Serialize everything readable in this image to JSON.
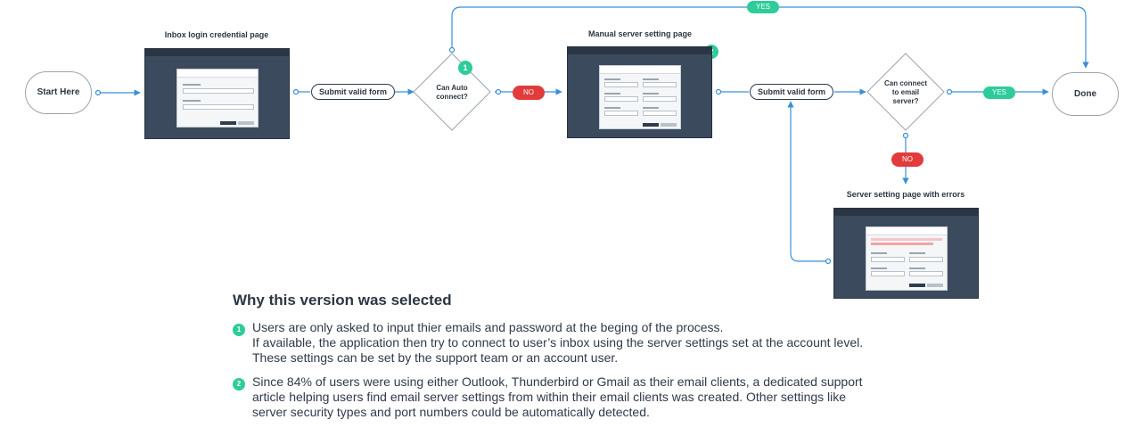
{
  "nodes": {
    "start": "Start Here",
    "done": "Done",
    "submit1": "Submit valid form",
    "submit2": "Submit valid form",
    "decision1": [
      "Can Auto",
      "connect?"
    ],
    "decision2": [
      "Can connect",
      "to email",
      "server?"
    ]
  },
  "captions": {
    "inbox_login": "Inbox login credential page",
    "manual_server": "Manual server setting page",
    "server_errors": "Server setting page with errors"
  },
  "edge_labels": {
    "yes_top": "YES",
    "no_1": "NO",
    "yes_right": "YES",
    "no_2": "NO"
  },
  "badges": {
    "b1": "1",
    "b2": "2"
  },
  "colors": {
    "accent_green": "#2ecc9a",
    "danger_red": "#e23b3b",
    "arrow_blue": "#3a8fd6",
    "dark_navy": "#3b4a5c"
  },
  "notes": {
    "title": "Why this version was selected",
    "items": [
      {
        "badge": "1",
        "lines": [
          "Users are only asked to input thier emails and password at the beging of the process.",
          "If available, the application then try to connect to user’s inbox using the server settings set at the account level.",
          "These settings can be set by the support team or an account user."
        ]
      },
      {
        "badge": "2",
        "lines": [
          "Since 84% of users were using either Outlook, Thunderbird or Gmail as their email clients, a dedicated support",
          "article helping users find email server settings from within their email clients was created. Other settings like",
          "server security types and port numbers could be automatically detected."
        ]
      }
    ]
  }
}
